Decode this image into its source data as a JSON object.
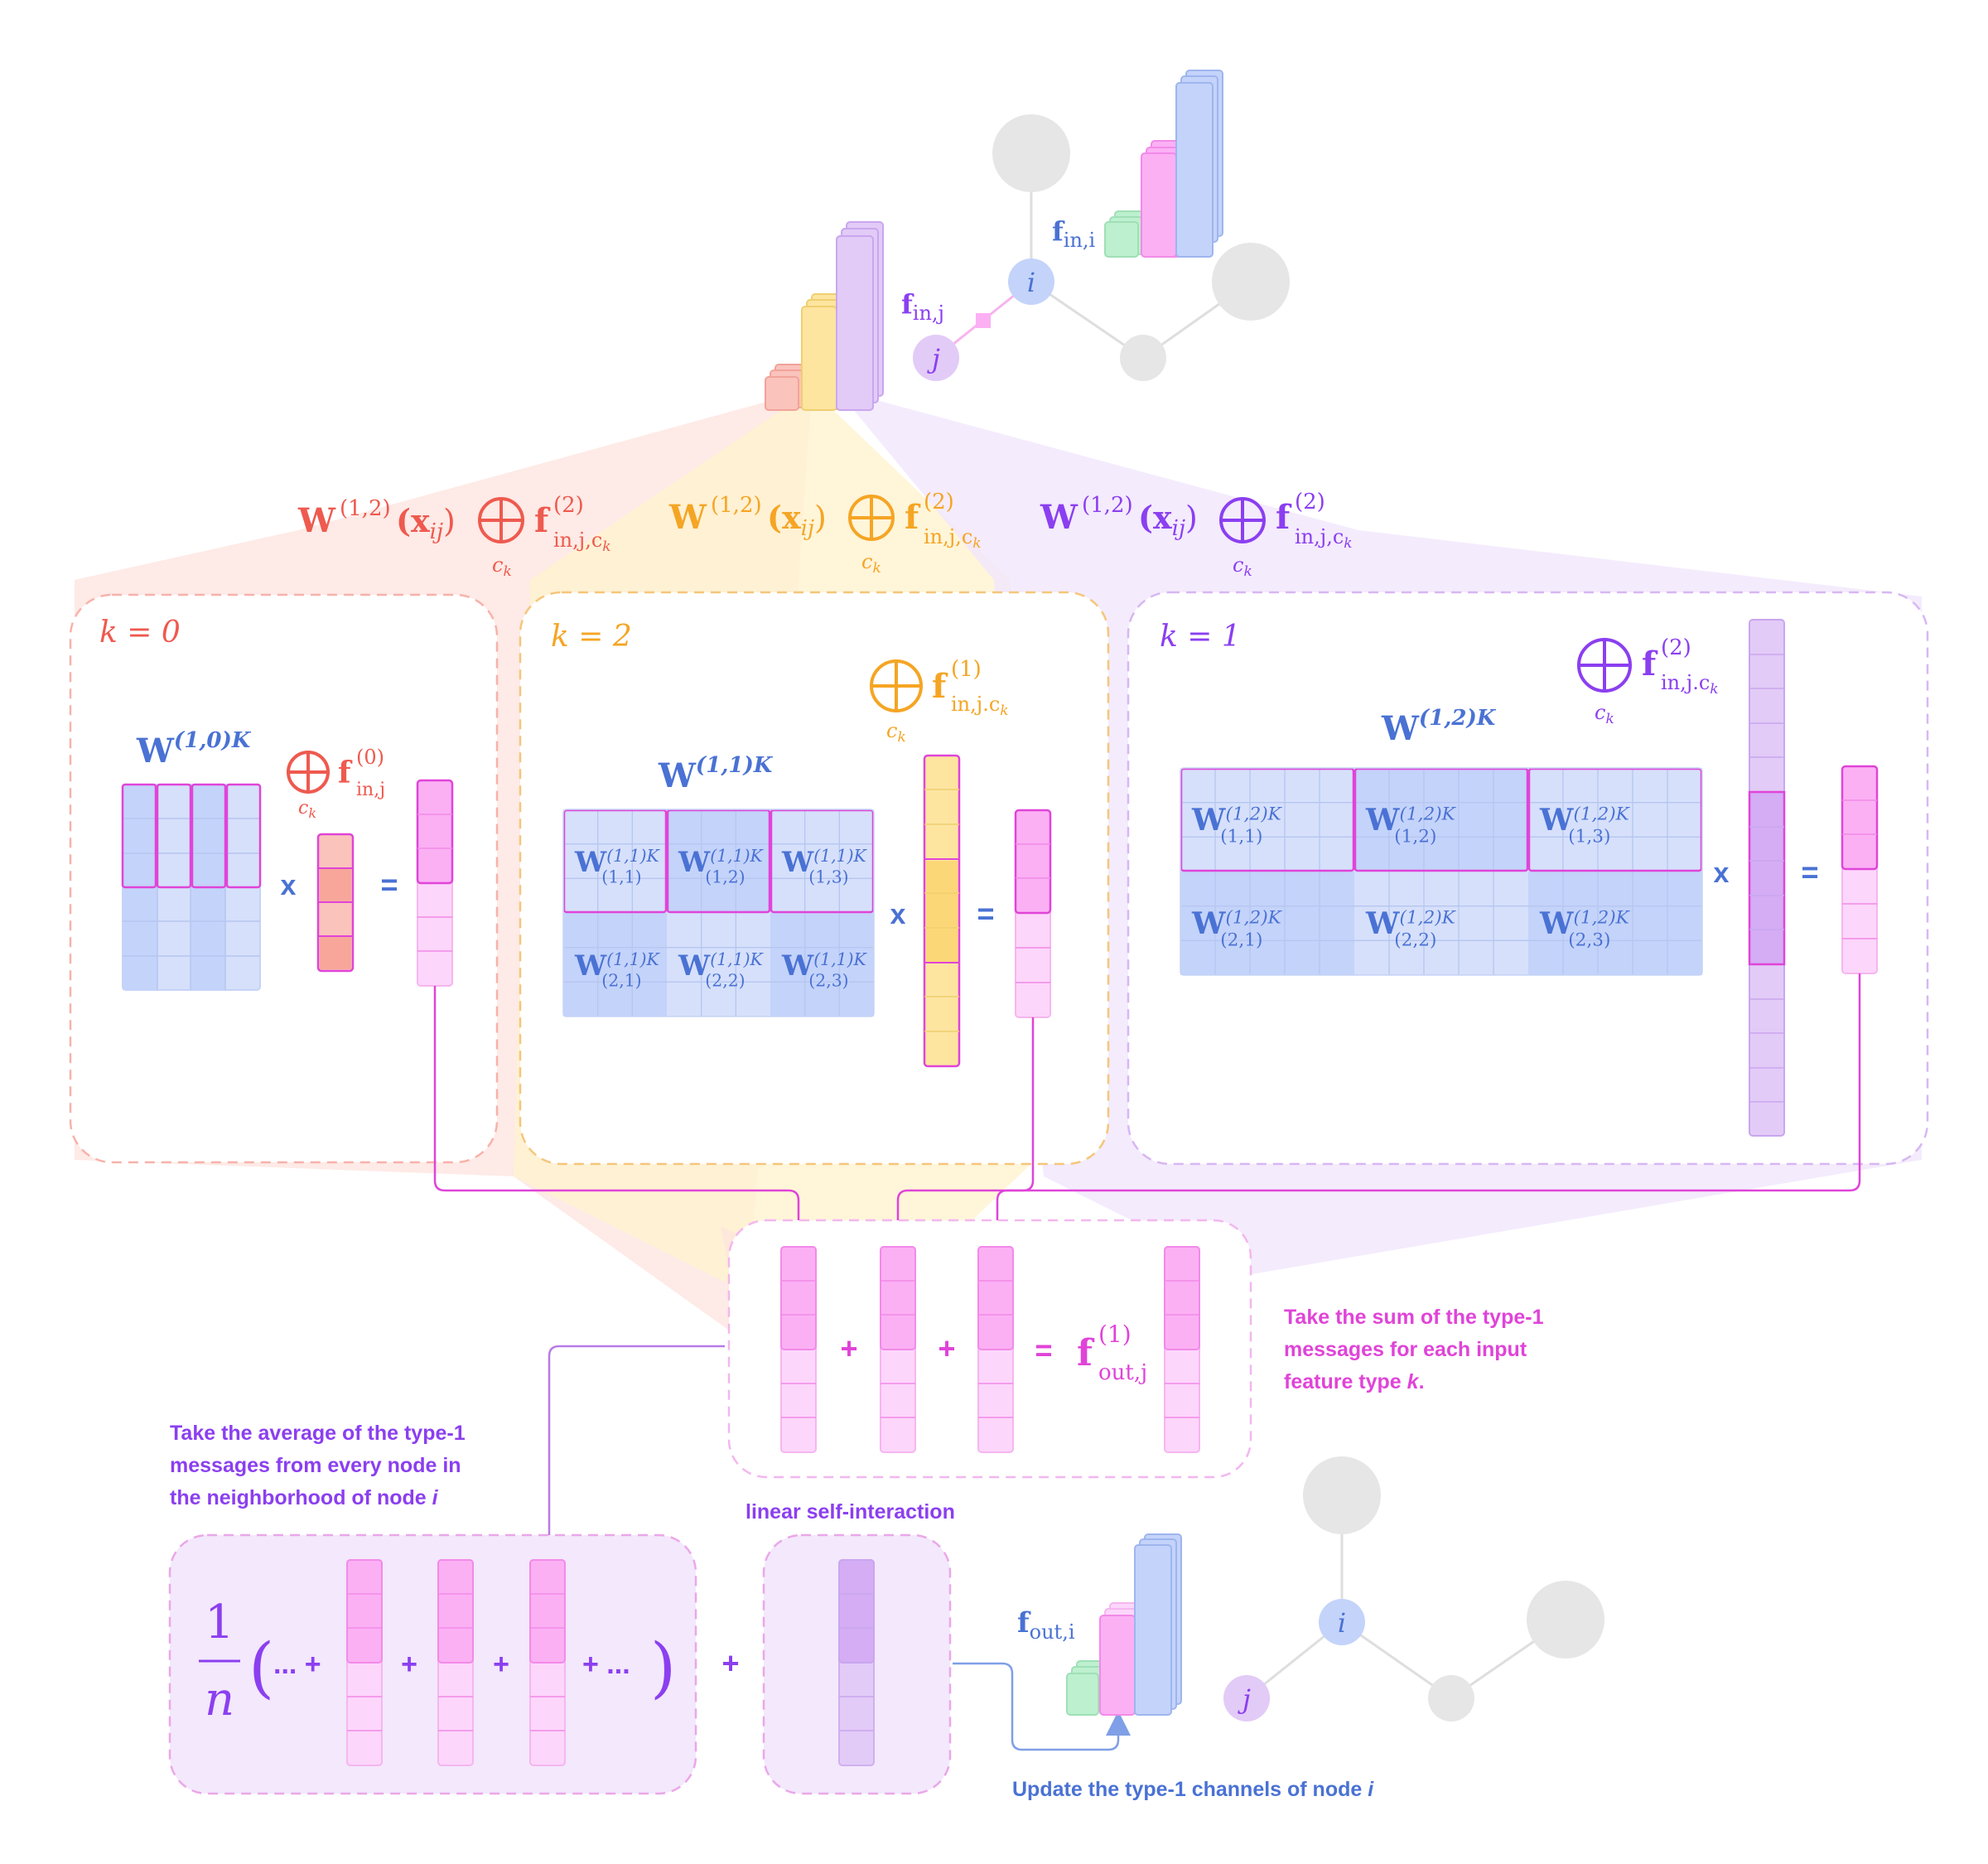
{
  "colors": {
    "red": "#ee5a4f",
    "orange": "#f5a524",
    "purple": "#8b3ff0",
    "blue": "#4a72d4",
    "magenta": "#e044d8",
    "pink_fill": "#fbb0f4",
    "pink_light": "#fdd6fb",
    "blue_fill": "#c4d3fa",
    "blue_dark": "#b3c6f5",
    "yellow_fill": "#fde5a0",
    "lavender_fill": "#e2cbf7",
    "salmon_fill": "#fac3bc",
    "green_fill": "#bdf0cf",
    "gray_node": "#e6e6e6"
  },
  "graph_top": {
    "node_i": "i",
    "node_j": "j",
    "label_fin_i": "f",
    "label_fin_i_sub": "in,i",
    "label_fin_j": "f",
    "label_fin_j_sub": "in,j"
  },
  "formulas": {
    "W": "W",
    "sup_12": "(1,2)",
    "x_ij": "(x",
    "x_ij_sub": "ij",
    "x_close": ")",
    "oplus": "⊕",
    "c_k": "c",
    "c_k_sub": "k",
    "f": "f",
    "sup_2": "(2)",
    "f_sub": "in,j,c",
    "f_sub_k": "k"
  },
  "panel0": {
    "k_label": "k = 0",
    "W": "W",
    "W_sup": "(1,0)K",
    "f": "f",
    "f_sup": "(0)",
    "f_sub": "in,j",
    "times": "x",
    "equals": "="
  },
  "panel2": {
    "k_label": "k = 2",
    "W": "W",
    "W_sup": "(1,1)K",
    "f": "f",
    "f_sup": "(1)",
    "f_sub": "in,j.c",
    "blocks": [
      "(1,1)",
      "(1,2)",
      "(1,3)",
      "(2,1)",
      "(2,2)",
      "(2,3)"
    ],
    "block_sup": "(1,1)K",
    "times": "x",
    "equals": "="
  },
  "panel1": {
    "k_label": "k = 1",
    "W": "W",
    "W_sup": "(1,2)K",
    "f": "f",
    "f_sup": "(2)",
    "f_sub": "in,j.c",
    "blocks": [
      "(1,1)",
      "(1,2)",
      "(1,3)",
      "(2,1)",
      "(2,2)",
      "(2,3)"
    ],
    "block_sup": "(1,2)K",
    "times": "x",
    "equals": "="
  },
  "sum": {
    "plus": "+",
    "equals": "=",
    "f": "f",
    "f_sup": "(1)",
    "f_sub": "out,j",
    "note_line1": "Take the sum of the type-1",
    "note_line2": "messages for each input",
    "note_line3_prefix": "feature type ",
    "note_line3_k": "k",
    "note_line3_suffix": "."
  },
  "average": {
    "note_line1": "Take the average of the type-1",
    "note_line2": "messages from every node in",
    "note_line3_prefix": "the neighborhood of node ",
    "note_line3_i": "i",
    "one": "1",
    "n": "n",
    "open": "(",
    "close": ")",
    "dots_plus": "... +",
    "plus": "+",
    "plus_dots": "+ ..."
  },
  "self_interaction": {
    "label": "linear self-interaction",
    "plus": "+"
  },
  "update": {
    "f": "f",
    "f_sub": "out,i",
    "note_prefix": "Update the type-1 channels of node ",
    "note_i": "i"
  },
  "graph_bottom": {
    "node_i": "i",
    "node_j": "j"
  }
}
